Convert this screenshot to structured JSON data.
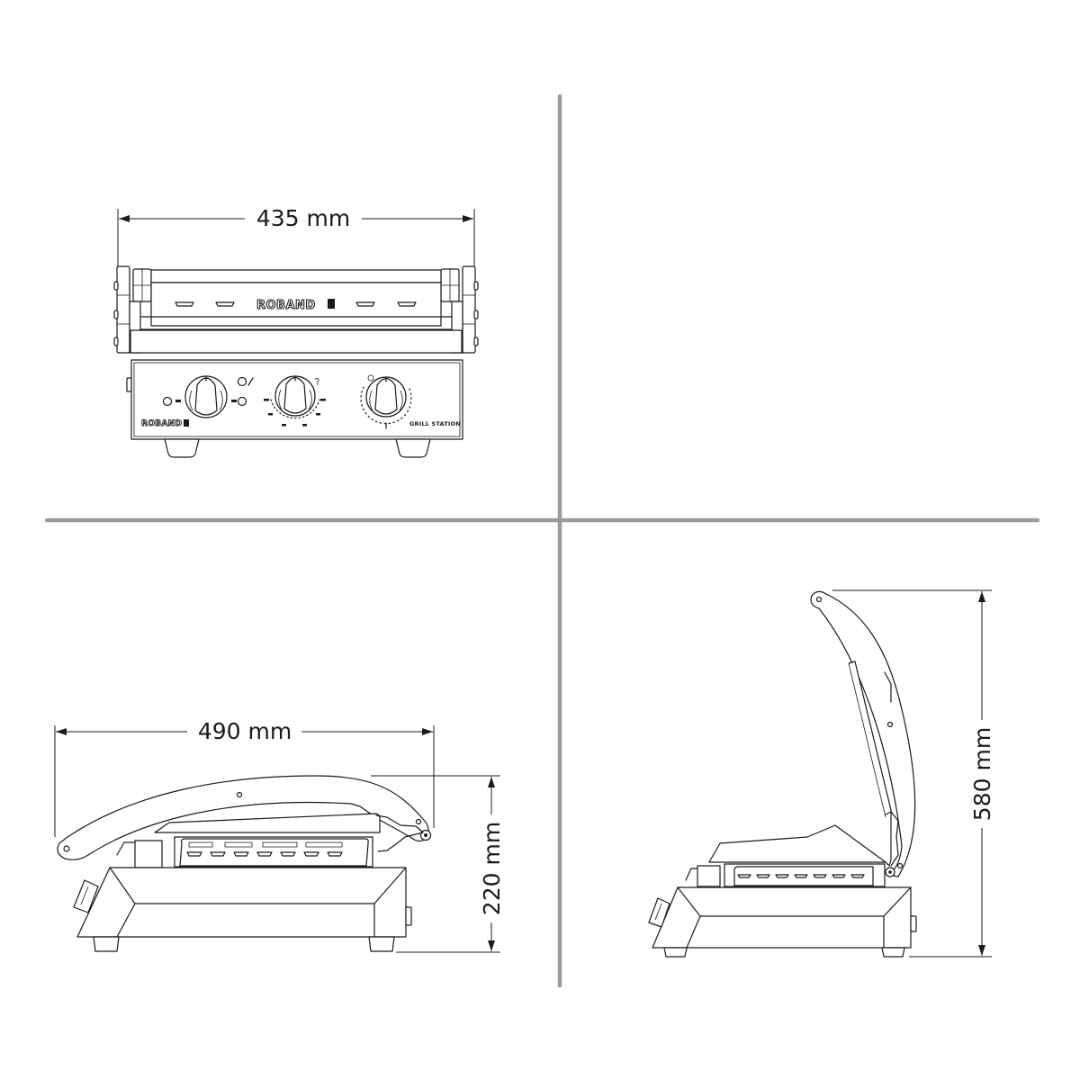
{
  "figure": {
    "subject": "Contact grill dimension drawing",
    "divider_color": "#9a9a9a",
    "line_color": "#1a1a1a"
  },
  "views": {
    "front": {
      "width_label": "435 mm",
      "lid_brand": "ROBAND",
      "base_brand": "ROBAND",
      "model_label": "GRILL STATION",
      "knobs": [
        {
          "name": "selector-knob",
          "indicators": [
            "off",
            "on"
          ]
        },
        {
          "name": "thermostat-knob",
          "symbol": "thermometer"
        },
        {
          "name": "timer-knob",
          "symbol": "clock"
        }
      ]
    },
    "top_right": {
      "content": ""
    },
    "side_closed": {
      "width_label": "490 mm",
      "height_label": "220 mm"
    },
    "side_open": {
      "height_label": "580 mm"
    }
  }
}
